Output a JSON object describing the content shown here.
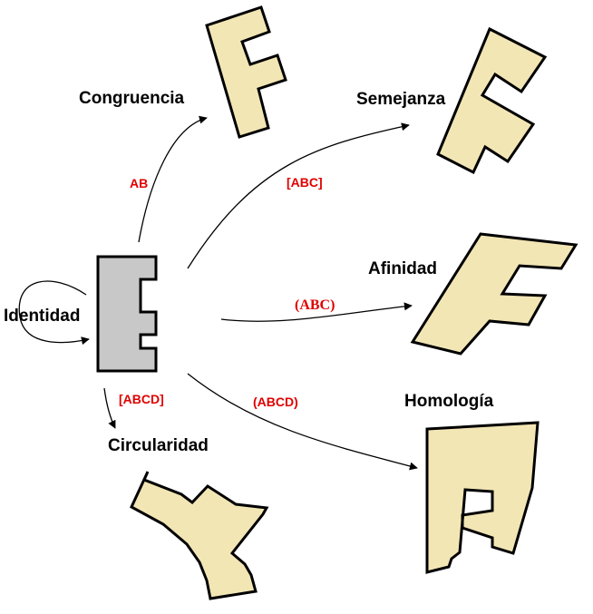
{
  "colors": {
    "shape_fill": "#F2E6B5",
    "identity_fill": "#C8C8C8",
    "tag_color": "#E00000",
    "outline": "#000000"
  },
  "source": {
    "label": "Identidad"
  },
  "transforms": [
    {
      "key": "congruencia",
      "label": "Congruencia",
      "tag": "AB"
    },
    {
      "key": "semejanza",
      "label": "Semejanza",
      "tag": "[ABC]"
    },
    {
      "key": "afinidad",
      "label": "Afinidad",
      "tag": "(ABC)"
    },
    {
      "key": "homologia",
      "label": "Homología",
      "tag": "(ABCD)"
    },
    {
      "key": "circularidad",
      "label": "Circularidad",
      "tag": "[ABCD]"
    }
  ]
}
